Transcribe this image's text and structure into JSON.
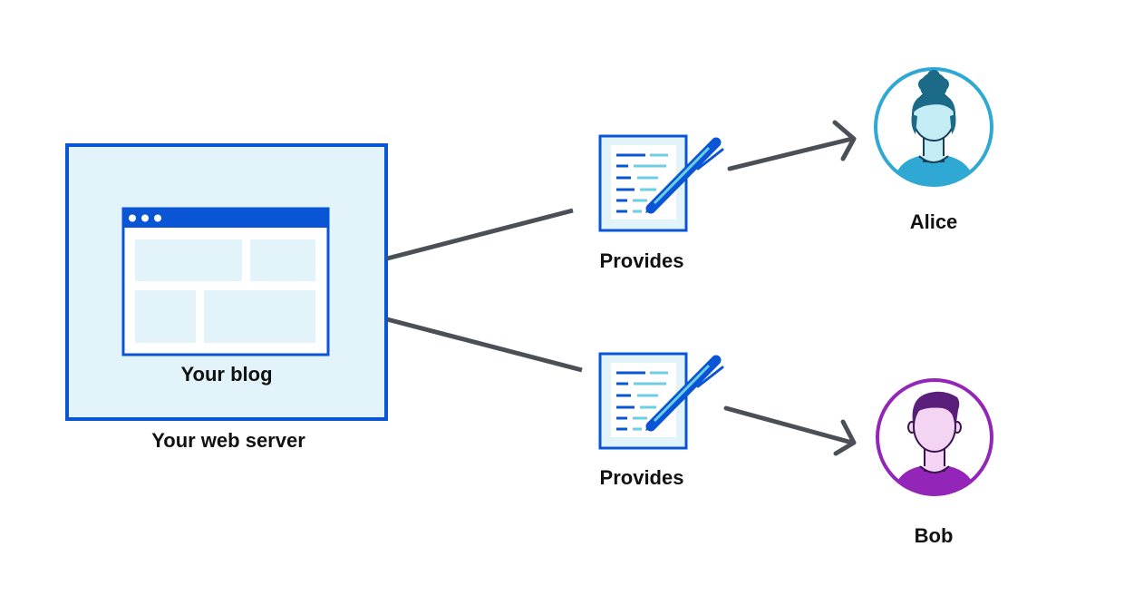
{
  "diagram": {
    "server": {
      "label": "Your web server",
      "blog_label": "Your blog"
    },
    "documents": [
      {
        "label": "Provides"
      },
      {
        "label": "Provides"
      }
    ],
    "users": [
      {
        "name": "Alice",
        "ring_color": "#2fa8d4"
      },
      {
        "name": "Bob",
        "ring_color": "#9326b8"
      }
    ]
  },
  "colors": {
    "primary_blue": "#0a55d6",
    "panel_fill": "#e2f3fa",
    "arrow_gray": "#4b5056",
    "doc_line_light": "#6ccfe0"
  },
  "icons": [
    "browser-window-icon",
    "signed-document-icon",
    "pen-icon",
    "alice-avatar-icon",
    "bob-avatar-icon",
    "arrow-icon"
  ]
}
